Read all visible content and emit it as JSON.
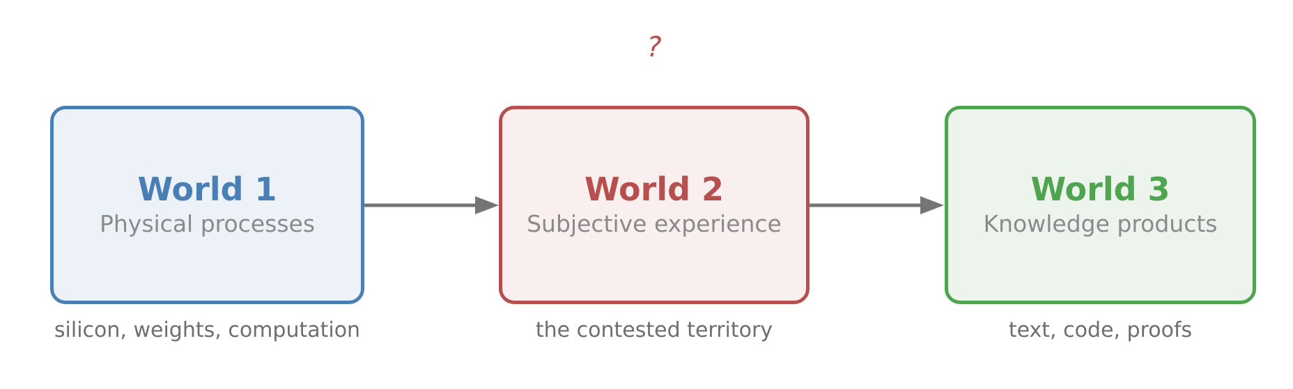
{
  "diagram": {
    "question_mark": "?",
    "boxes": [
      {
        "title": "World 1",
        "subtitle": "Physical processes",
        "caption": "silicon, weights, computation",
        "accent": "#4a7fb5",
        "fill": "#edf2f8"
      },
      {
        "title": "World 2",
        "subtitle": "Subjective experience",
        "caption": "the contested territory",
        "accent": "#b5504f",
        "fill": "#f8efee"
      },
      {
        "title": "World 3",
        "subtitle": "Knowledge products",
        "caption": "text, code, proofs",
        "accent": "#4fa44f",
        "fill": "#edf4ed"
      }
    ],
    "colors": {
      "arrow": "#757575",
      "subtitle_text": "#8a8a8a",
      "caption_text": "#6e6e6e",
      "question": "#b5504f",
      "background": "#ffffff"
    }
  }
}
